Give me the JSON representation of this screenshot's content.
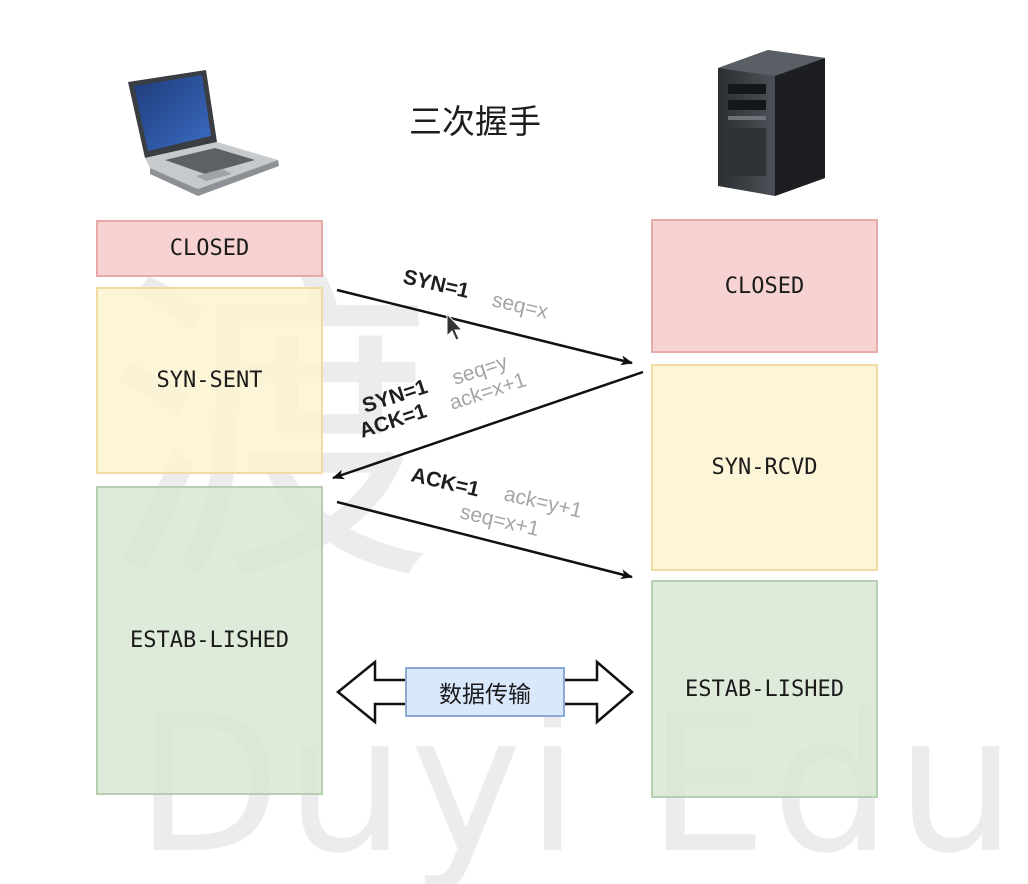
{
  "title": "三次握手",
  "watermark": {
    "latin": "Duyi Edu",
    "cjk": "渡"
  },
  "client": {
    "states": [
      "CLOSED",
      "SYN-SENT",
      "ESTAB-LISHED"
    ]
  },
  "server": {
    "states": [
      "CLOSED",
      "SYN-RCVD",
      "ESTAB-LISHED"
    ]
  },
  "messages": [
    {
      "flags": "SYN=1",
      "values": "seq=x"
    },
    {
      "flags_line1": "SYN=1",
      "values_line1": "seq=y",
      "flags_line2": "ACK=1",
      "values_line2": "ack=x+1"
    },
    {
      "flags": "ACK=1",
      "values_line1": "ack=y+1",
      "values_line2": "seq=x+1"
    }
  ],
  "data_transfer": "数据传输",
  "colors": {
    "closed": "#f5cccc",
    "syn": "#fdf3d0",
    "established": "#d9e8d3",
    "data_box": "#dae8fc"
  }
}
